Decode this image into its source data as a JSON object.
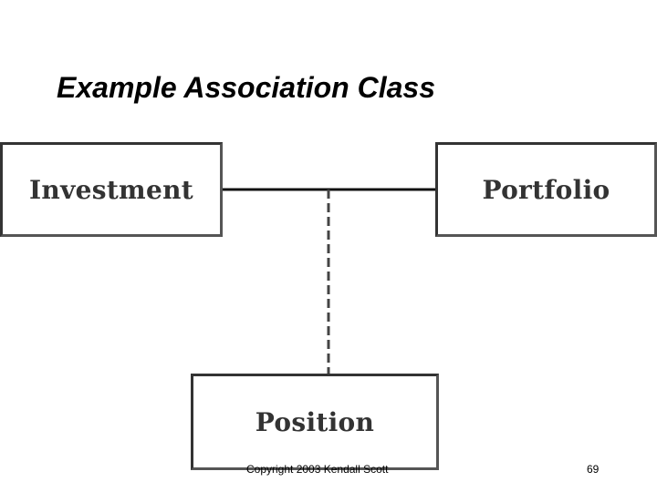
{
  "slide": {
    "title": "Example Association Class",
    "footer_copyright": "Copyright 2003 Kendall Scott",
    "page_number": "69"
  },
  "diagram": {
    "classes": {
      "investment": "Investment",
      "portfolio": "Portfolio",
      "position": "Position"
    },
    "colors": {
      "line": "#111111",
      "box_border": "#333333",
      "text": "#333333"
    }
  }
}
